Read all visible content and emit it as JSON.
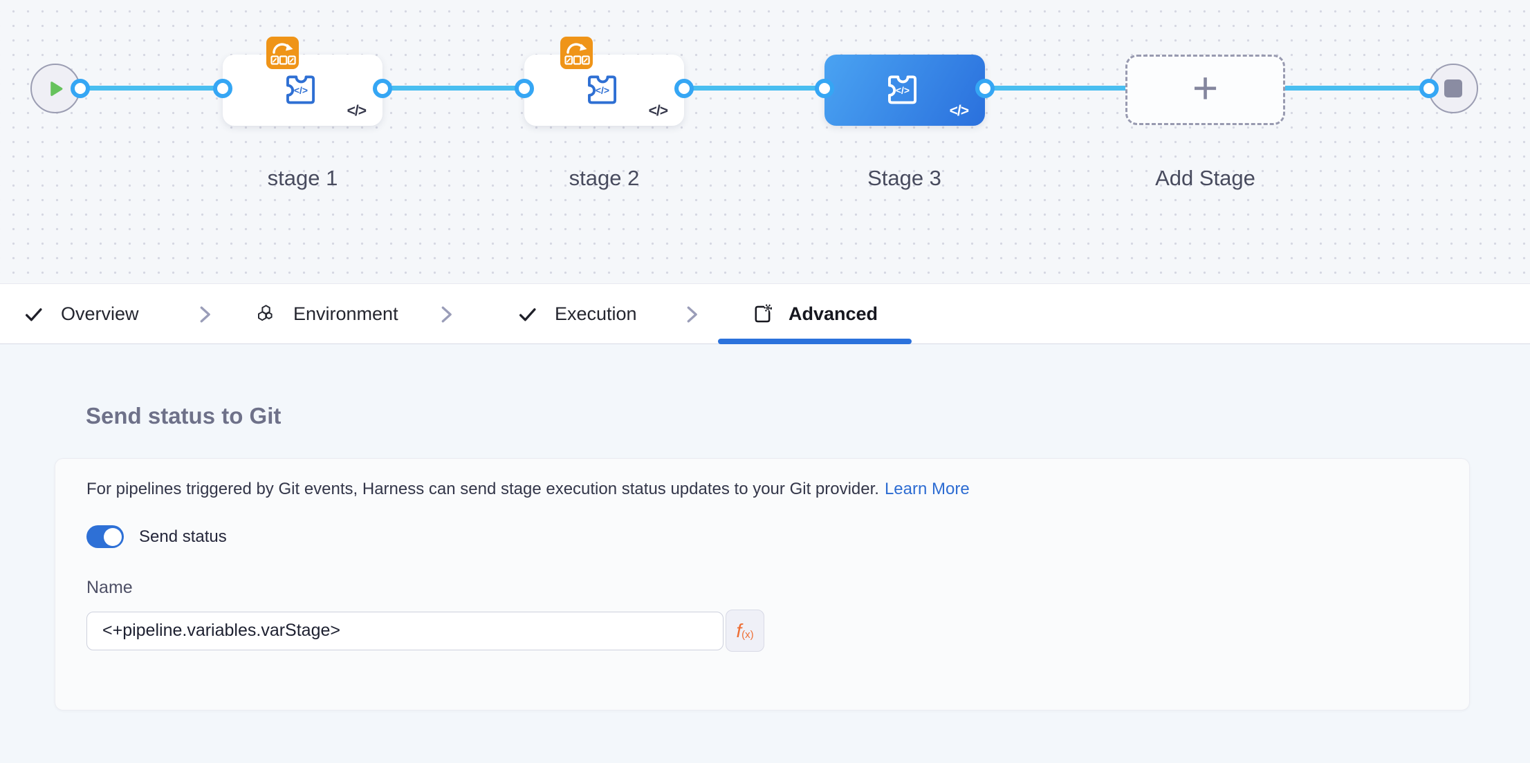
{
  "pipeline": {
    "start_node": "start",
    "end_node": "stop",
    "stages": [
      {
        "label": "stage 1",
        "selected": false,
        "looping_badge": true
      },
      {
        "label": "stage 2",
        "selected": false,
        "looping_badge": true
      },
      {
        "label": "Stage 3",
        "selected": true,
        "looping_badge": false
      }
    ],
    "add_stage": {
      "label": "Add Stage",
      "plus": "+"
    },
    "code_glyph": "</>",
    "icon_glyph": "</>"
  },
  "tabs": [
    {
      "label": "Overview",
      "icon": "check-icon",
      "active": false
    },
    {
      "label": "Environment",
      "icon": "environment-icon",
      "active": false
    },
    {
      "label": "Execution",
      "icon": "check-icon",
      "active": false
    },
    {
      "label": "Advanced",
      "icon": "advanced-settings-icon",
      "active": true
    }
  ],
  "panel": {
    "title": "Send status to Git",
    "description": "For pipelines triggered by Git events, Harness can send stage execution status updates to your Git provider.",
    "learn_more_label": "Learn More",
    "toggle": {
      "label": "Send status",
      "on": true
    },
    "name_field": {
      "label": "Name",
      "value": "<+pipeline.variables.varStage>"
    },
    "expression_button": {
      "f": "f",
      "x": "(x)"
    }
  },
  "colors": {
    "accent_blue": "#2b72dc",
    "connector_blue": "#49bef0",
    "port_blue": "#35a6f4",
    "stage_icon_blue": "#2e6fd3",
    "selected_stage_gradient_start": "#4aa3f2",
    "selected_stage_gradient_end": "#2a70dd",
    "looping_badge_orange": "#ef9418",
    "expression_orange": "#ee6e34",
    "link_blue": "#2d6cd2",
    "toggle_blue": "#2e70d6",
    "play_green": "#66c25c"
  }
}
